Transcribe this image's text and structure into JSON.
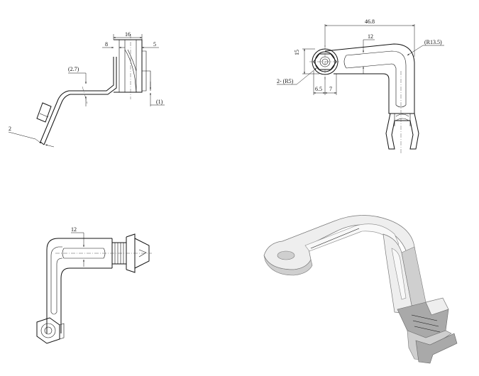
{
  "views": {
    "side": {
      "dims": {
        "top_width": "16",
        "left_offset": "8",
        "right_offset": "5",
        "bend_height": "(2.7)",
        "right_drop": "(1)",
        "thickness": "2"
      }
    },
    "top": {
      "dims": {
        "overall_length": "46.8",
        "slot_width": "12",
        "bend_radius": "(R13.5)",
        "height": "15",
        "hole_radius": "2- (R5)",
        "hole_offset": "6.5",
        "hole_span": "7"
      }
    },
    "front": {
      "dims": {
        "slot_width": "12"
      }
    },
    "isometric": {}
  }
}
